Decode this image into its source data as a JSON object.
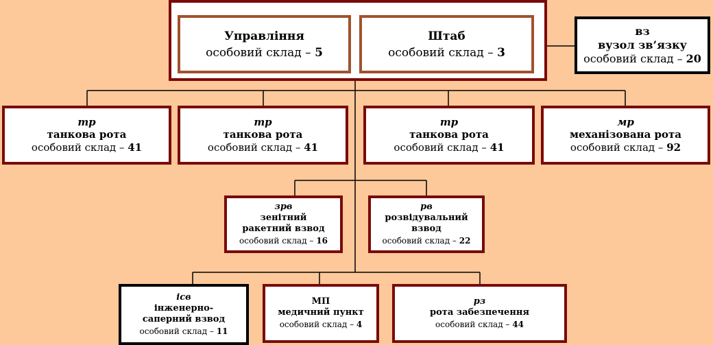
{
  "headquarters": {
    "management": {
      "name": "Управління",
      "staff_label": "особовий склад –",
      "count": "5"
    },
    "staff": {
      "name": "Штаб",
      "staff_label": "особовий склад –",
      "count": "3"
    }
  },
  "comms": {
    "abbr": "вз",
    "name": "вузол зв’язку",
    "staff_label": "особовий склад –",
    "count": "20"
  },
  "companies": [
    {
      "abbr": "тр",
      "name": "танкова рота",
      "staff_label": "особовий склад –",
      "count": "41"
    },
    {
      "abbr": "тр",
      "name": "танкова рота",
      "staff_label": "особовий склад –",
      "count": "41"
    },
    {
      "abbr": "тр",
      "name": "танкова рота",
      "staff_label": "особовий склад –",
      "count": "41"
    },
    {
      "abbr": "мр",
      "name": "механізована рота",
      "staff_label": "особовий склад –",
      "count": "92"
    }
  ],
  "platoons": [
    {
      "abbr": "зрв",
      "name1": "зенітний",
      "name2": "ракетний взвод",
      "staff_label": "особовий склад –",
      "count": "16"
    },
    {
      "abbr": "рв",
      "name1": "розвідувальний",
      "name2": "взвод",
      "staff_label": "особовий склад –",
      "count": "22"
    }
  ],
  "support": [
    {
      "abbr": "ісв",
      "name1": "інженерно-",
      "name2": "саперний взвод",
      "staff_label": "особовий склад –",
      "count": "11"
    },
    {
      "abbr": "МП",
      "name1": "медичний пункт",
      "staff_label": "особовий склад –",
      "count": "4"
    },
    {
      "abbr": "рз",
      "name1": "рота забезпечення",
      "staff_label": "особовий склад –",
      "count": "44"
    }
  ],
  "colors": {
    "background": "#fdc89a",
    "border_red": "#7a0a0a",
    "border_brown": "#a0522d",
    "border_black": "#000000"
  }
}
